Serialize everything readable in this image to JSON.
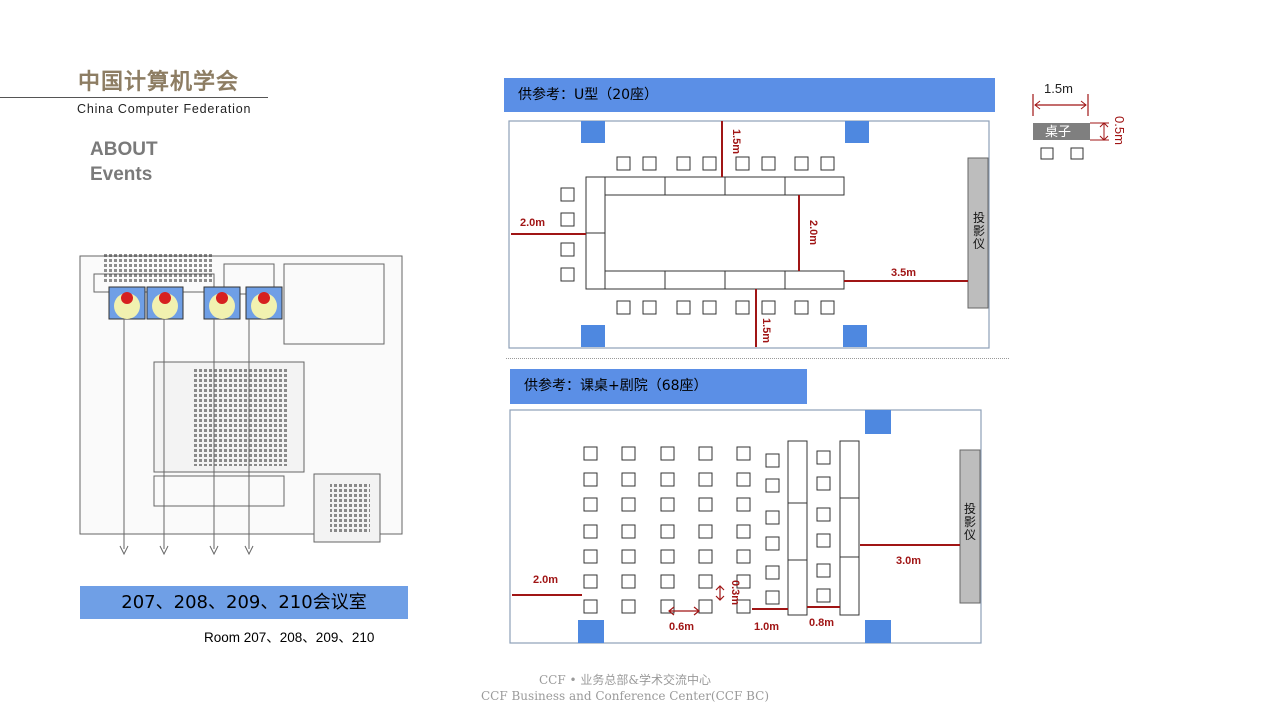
{
  "header": {
    "org_cn": "中国计算机学会",
    "org_en": "China Computer Federation",
    "about_line1": "ABOUT",
    "about_line2": "Events"
  },
  "rooms": {
    "label_cn": "207、208、209、210会议室",
    "label_en": "Room 207、208、209、210"
  },
  "layout_u": {
    "title": "供参考：U型（20座）",
    "dim_top": "1.5m",
    "dim_left": "2.0m",
    "dim_inner": "2.0m",
    "dim_bottom": "1.5m",
    "dim_projector": "3.5m",
    "projector": "投影仪"
  },
  "legend": {
    "table_width": "1.5m",
    "table_depth": "0.5m",
    "table_label": "桌子"
  },
  "layout_class": {
    "title": "供参考：课桌+剧院（68座）",
    "dim_left": "2.0m",
    "dim_seat_gap": "0.6m",
    "dim_row_gap": "0.3m",
    "dim_table_width": "1.0m",
    "dim_aisle": "0.8m",
    "dim_projector": "3.0m",
    "projector": "投影仪"
  },
  "footer": {
    "line1": "CCF • 业务总部&学术交流中心",
    "line2": "CCF Business and Conference Center(CCF BC)"
  },
  "colors": {
    "accent_blue": "#5b8fe6",
    "dimension_red": "#a01515",
    "title_brown": "#8d7d63"
  }
}
